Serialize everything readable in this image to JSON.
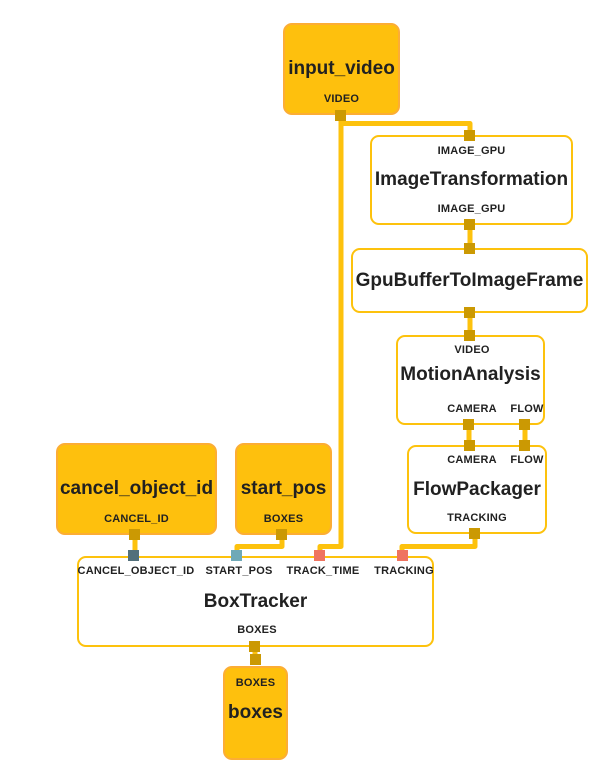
{
  "diagram_type": "dataflow-graph",
  "colors": {
    "stream_node_fill": "#FEC00D",
    "calculator_node_fill": "#FFFFFF",
    "node_border": "#FDC20D",
    "edge": "#FDC20D",
    "port_default": "#CB9903",
    "port_cancel_object_id": "#53707B",
    "port_start_pos": "#6FA9B7",
    "port_track_time": "#EF7460",
    "port_tracking": "#EF7460",
    "text": "#212121"
  },
  "nodes": {
    "input_video": {
      "title": "input_video",
      "outputs": [
        "VIDEO"
      ]
    },
    "image_transformation": {
      "title": "ImageTransformation",
      "inputs": [
        "IMAGE_GPU"
      ],
      "outputs": [
        "IMAGE_GPU"
      ]
    },
    "gpu_buffer_to_image_frame": {
      "title": "GpuBufferToImageFrame"
    },
    "motion_analysis": {
      "title": "MotionAnalysis",
      "inputs": [
        "VIDEO"
      ],
      "outputs": [
        "CAMERA",
        "FLOW"
      ]
    },
    "flow_packager": {
      "title": "FlowPackager",
      "inputs": [
        "CAMERA",
        "FLOW"
      ],
      "outputs": [
        "TRACKING"
      ]
    },
    "cancel_object_id": {
      "title": "cancel_object_id",
      "outputs": [
        "CANCEL_ID"
      ]
    },
    "start_pos": {
      "title": "start_pos",
      "outputs": [
        "BOXES"
      ]
    },
    "box_tracker": {
      "title": "BoxTracker",
      "inputs": [
        "CANCEL_OBJECT_ID",
        "START_POS",
        "TRACK_TIME",
        "TRACKING"
      ],
      "outputs": [
        "BOXES"
      ]
    },
    "boxes": {
      "title": "boxes",
      "inputs": [
        "BOXES"
      ]
    }
  },
  "edges": [
    {
      "from": "input_video.VIDEO",
      "to": "ImageTransformation.IMAGE_GPU"
    },
    {
      "from": "input_video.VIDEO",
      "to": "BoxTracker.TRACK_TIME"
    },
    {
      "from": "ImageTransformation.IMAGE_GPU",
      "to": "GpuBufferToImageFrame"
    },
    {
      "from": "GpuBufferToImageFrame",
      "to": "MotionAnalysis.VIDEO"
    },
    {
      "from": "MotionAnalysis.CAMERA",
      "to": "FlowPackager.CAMERA"
    },
    {
      "from": "MotionAnalysis.FLOW",
      "to": "FlowPackager.FLOW"
    },
    {
      "from": "FlowPackager.TRACKING",
      "to": "BoxTracker.TRACKING"
    },
    {
      "from": "cancel_object_id.CANCEL_ID",
      "to": "BoxTracker.CANCEL_OBJECT_ID"
    },
    {
      "from": "start_pos.BOXES",
      "to": "BoxTracker.START_POS"
    },
    {
      "from": "BoxTracker.BOXES",
      "to": "boxes.BOXES"
    }
  ]
}
